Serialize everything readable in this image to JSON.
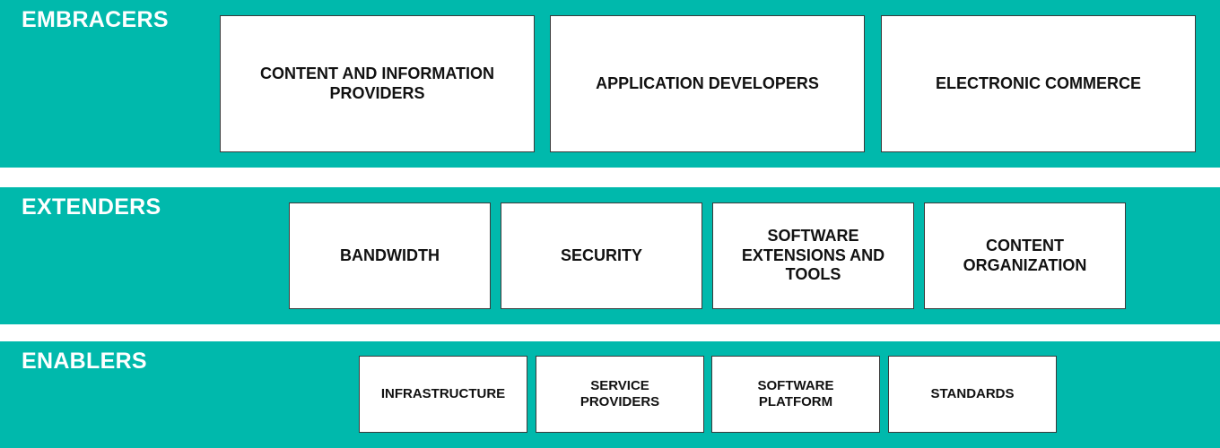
{
  "layers": [
    {
      "title": "EMBRACERS",
      "items": [
        "CONTENT AND INFORMATION PROVIDERS",
        "APPLICATION DEVELOPERS",
        "ELECTRONIC COMMERCE"
      ]
    },
    {
      "title": "EXTENDERS",
      "items": [
        "BANDWIDTH",
        "SECURITY",
        "SOFTWARE EXTENSIONS AND TOOLS",
        "CONTENT ORGANIZATION"
      ]
    },
    {
      "title": "ENABLERS",
      "items": [
        "INFRASTRUCTURE",
        "SERVICE PROVIDERS",
        "SOFTWARE PLATFORM",
        "STANDARDS"
      ]
    }
  ],
  "colors": {
    "band": "#00b9ac",
    "box": "#ffffff",
    "title_text": "#ffffff",
    "box_text": "#111111"
  }
}
